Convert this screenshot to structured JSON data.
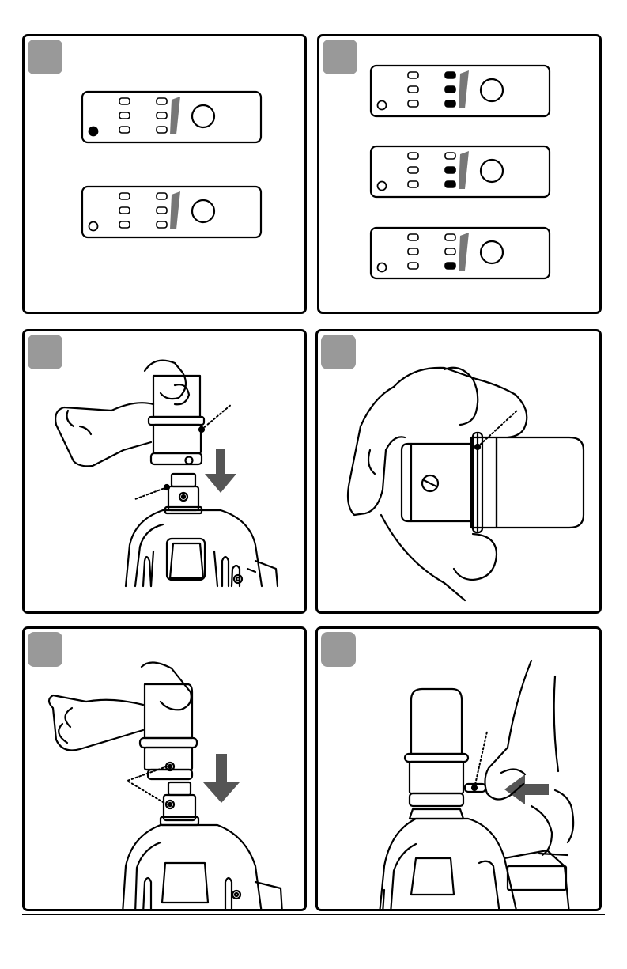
{
  "document": {
    "kind": "instruction-illustration-sheet",
    "panel_count": 6,
    "text_labels": []
  },
  "panels": [
    {
      "id": "panel-1",
      "step_badge": "",
      "subject": "control-panel-indicators",
      "displays": [
        {
          "power_led": "on",
          "left_leds": [
            "off",
            "off",
            "off"
          ],
          "right_leds": [
            "off",
            "off",
            "off"
          ]
        },
        {
          "power_led": "off",
          "left_leds": [
            "off",
            "off",
            "off"
          ],
          "right_leds": [
            "off",
            "off",
            "off"
          ]
        }
      ]
    },
    {
      "id": "panel-2",
      "step_badge": "",
      "subject": "control-panel-indicators",
      "displays": [
        {
          "power_led": "off",
          "left_leds": [
            "off",
            "off",
            "off"
          ],
          "right_leds": [
            "on",
            "on",
            "on"
          ]
        },
        {
          "power_led": "off",
          "left_leds": [
            "off",
            "off",
            "off"
          ],
          "right_leds": [
            "off",
            "on",
            "on"
          ]
        },
        {
          "power_led": "off",
          "left_leds": [
            "off",
            "off",
            "off"
          ],
          "right_leds": [
            "off",
            "off",
            "on"
          ]
        }
      ]
    },
    {
      "id": "panel-3",
      "step_badge": "",
      "subject": "socket-onto-anvil",
      "arrow": "down"
    },
    {
      "id": "panel-4",
      "step_badge": "",
      "subject": "socket-retaining-ring"
    },
    {
      "id": "panel-5",
      "step_badge": "",
      "subject": "align-socket-hole-with-anvil-hole",
      "arrow": "down"
    },
    {
      "id": "panel-6",
      "step_badge": "",
      "subject": "insert-retaining-pin",
      "arrow": "left"
    }
  ],
  "colors": {
    "line": "#000000",
    "badge": "#999999",
    "arrow": "#555555",
    "indicator_bar": "#777777"
  }
}
